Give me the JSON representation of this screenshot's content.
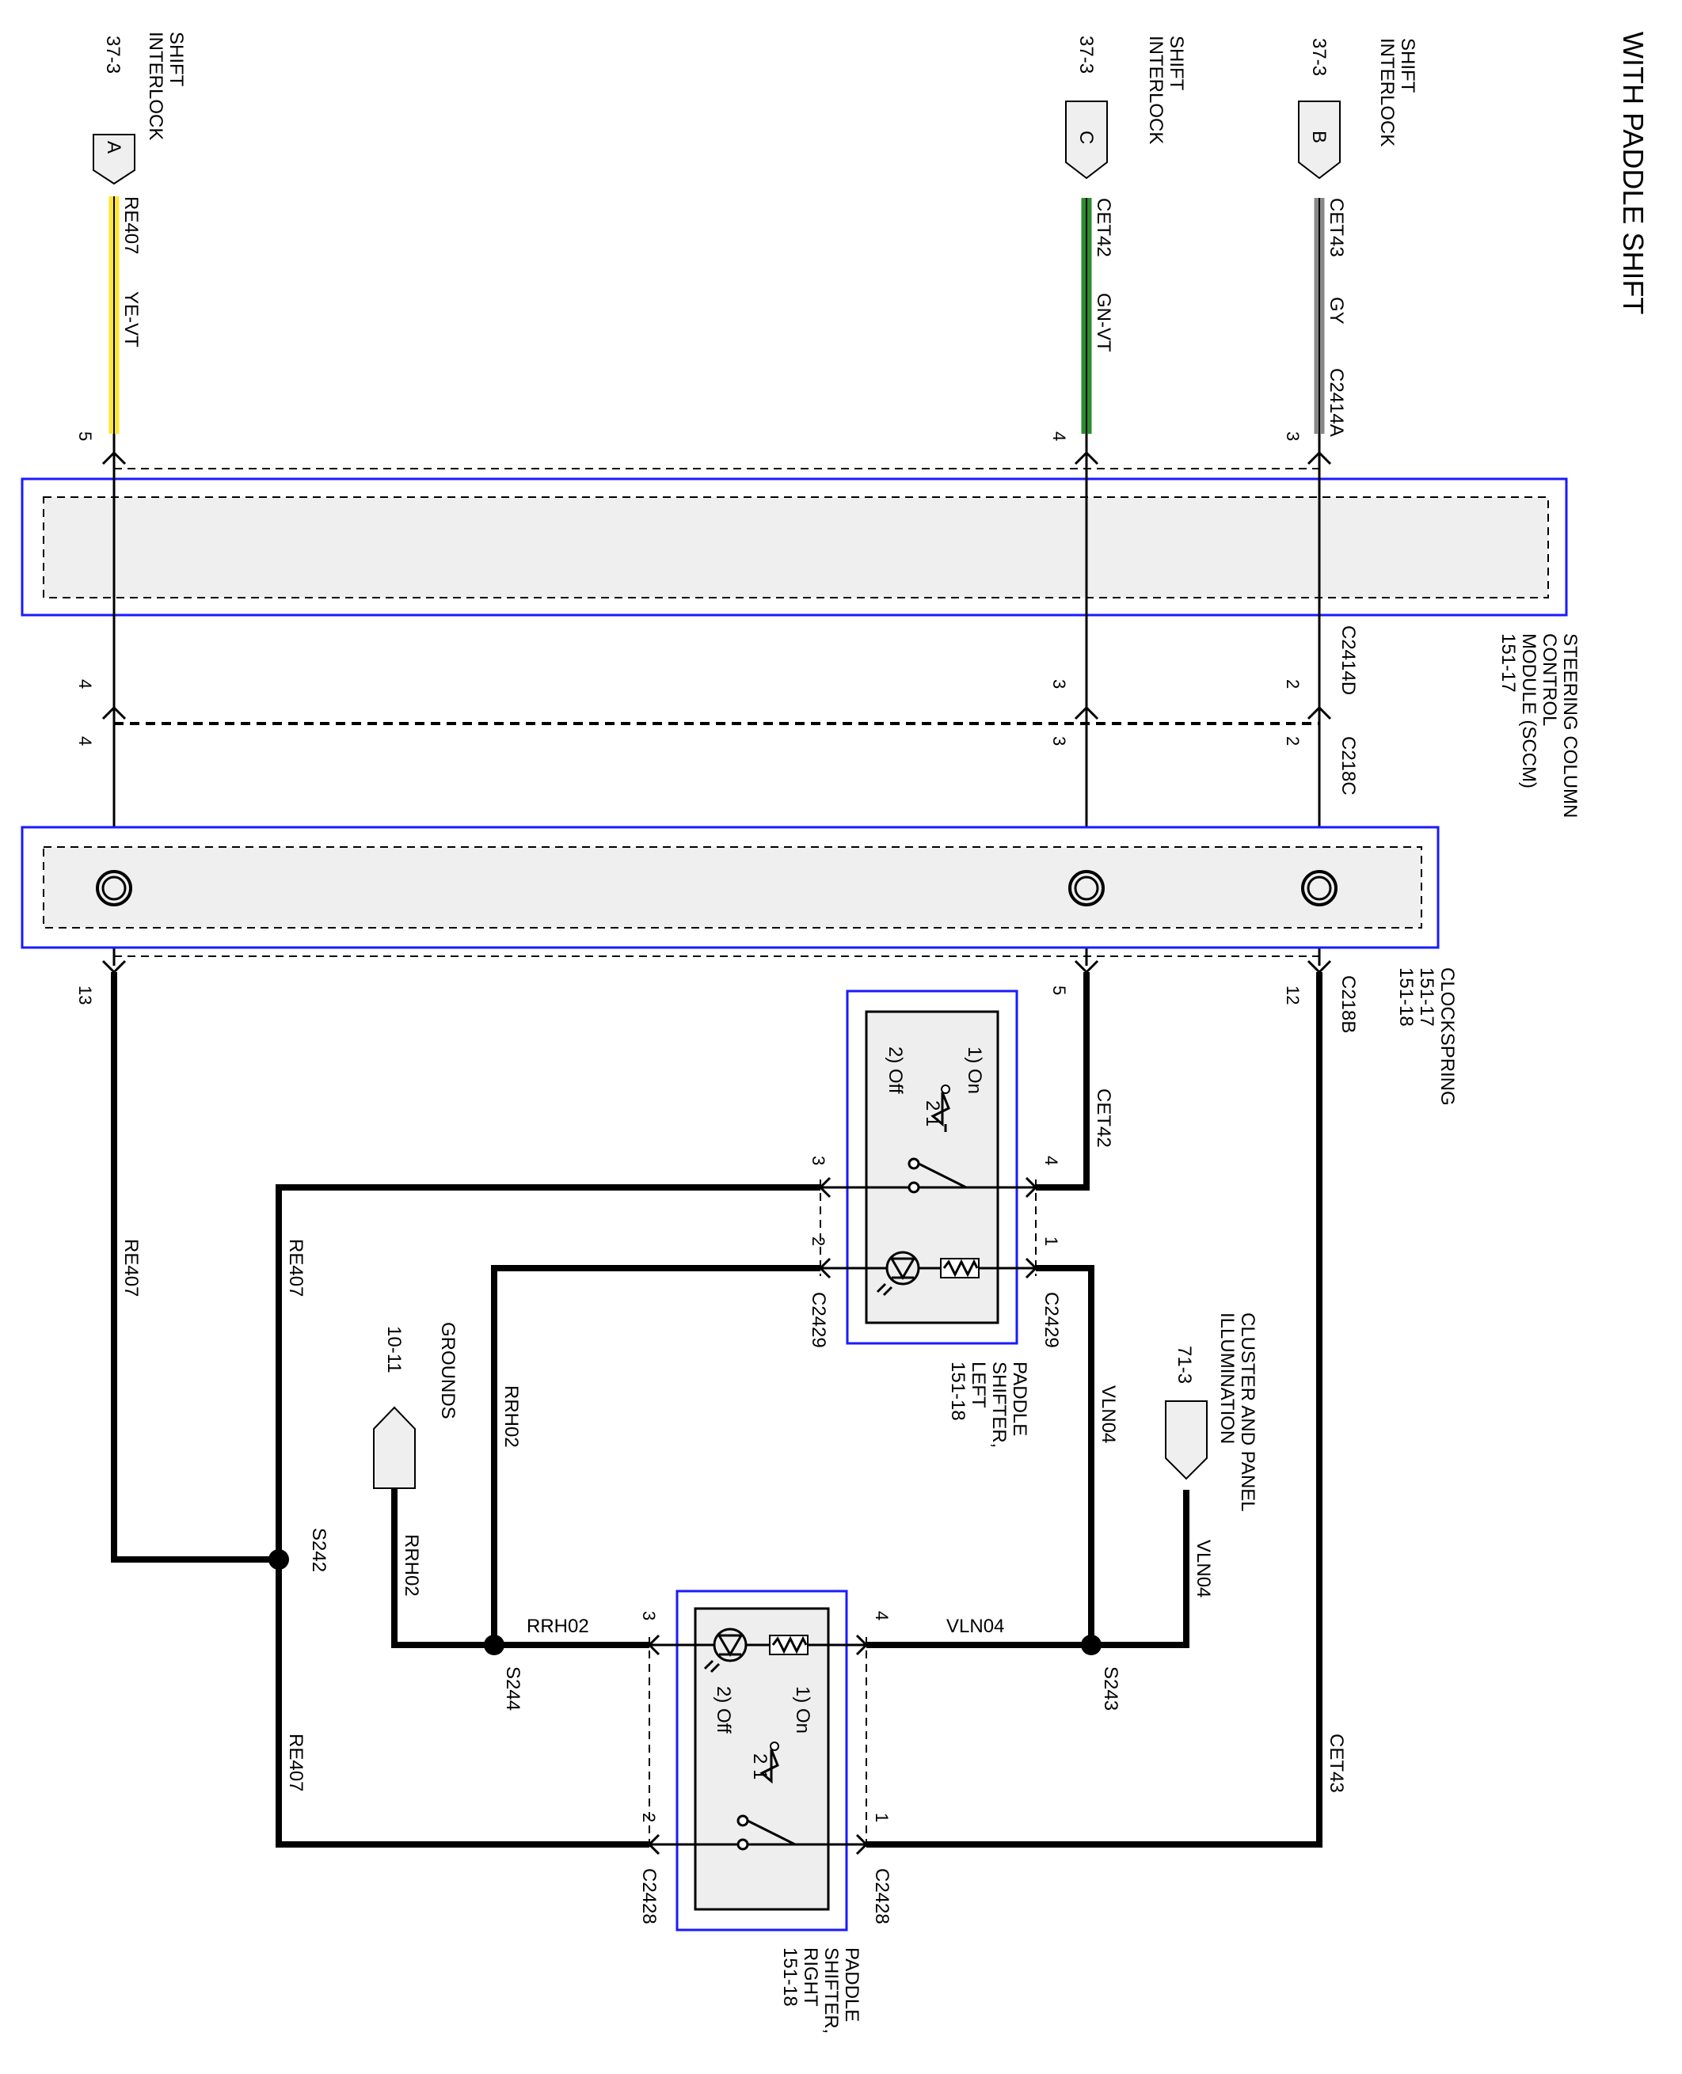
{
  "title": "WITH PADDLE SHIFT",
  "modules": {
    "sccm": {
      "name_lines": [
        "STEERING COLUMN",
        "CONTROL",
        "MODULE (SCCM)",
        "151-17"
      ]
    },
    "clockspring": {
      "name_lines": [
        "CLOCKSPRING",
        "151-17",
        "151-18"
      ]
    },
    "paddle_left": {
      "name_lines": [
        "PADDLE",
        "SHIFTER,",
        "LEFT",
        "151-18"
      ]
    },
    "paddle_right": {
      "name_lines": [
        "PADDLE",
        "SHIFTER,",
        "RIGHT",
        "151-18"
      ]
    }
  },
  "offpage": {
    "a": {
      "letter": "A",
      "lines": [
        "SHIFT",
        "INTERLOCK",
        "37-3"
      ]
    },
    "c": {
      "letter": "C",
      "lines": [
        "SHIFT",
        "INTERLOCK",
        "37-3"
      ]
    },
    "b": {
      "letter": "B",
      "lines": [
        "SHIFT",
        "INTERLOCK",
        "37-3"
      ]
    },
    "cluster": {
      "lines": [
        "CLUSTER AND PANEL",
        "ILLUMINATION",
        "71-3"
      ]
    },
    "grounds": {
      "lines": [
        "GROUNDS",
        "10-11"
      ]
    }
  },
  "connectors": {
    "c2414a": "C2414A",
    "c2414d": "C2414D",
    "c218c": "C218C",
    "c218b": "C218B",
    "c2429": "C2429",
    "c2428": "C2428"
  },
  "pins": {
    "sccm_top": [
      "5",
      "4",
      "3"
    ],
    "sccm_bottom": [
      "4",
      "3",
      "2"
    ],
    "c218c": [
      "4",
      "3",
      "2"
    ],
    "c218b": [
      "13",
      "5",
      "12"
    ],
    "left_paddle": [
      "4",
      "3",
      "1",
      "2"
    ],
    "right_paddle": [
      "4",
      "3",
      "1",
      "2"
    ]
  },
  "wires": {
    "re407": "RE407",
    "ye_vt": "YE-VT",
    "cet42": "CET42",
    "gn_vt": "GN-VT",
    "cet43": "CET43",
    "gy": "GY",
    "rrh02": "RRH02",
    "vln04": "VLN04"
  },
  "splices": {
    "s242": "S242",
    "s243": "S243",
    "s244": "S244"
  },
  "switch": {
    "on": "1) On",
    "off": "2) Off",
    "positions": "2  1"
  },
  "colors": {
    "ye_vt": "#ffe633",
    "gn_vt": "#2e8b2e",
    "gy": "#888888",
    "module_border": "#1a1aff"
  }
}
